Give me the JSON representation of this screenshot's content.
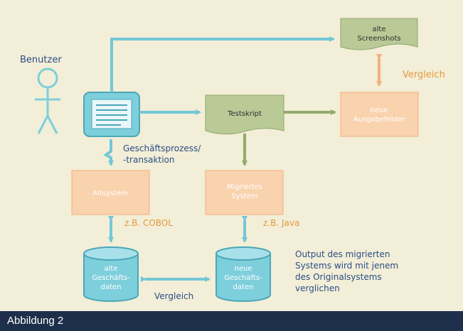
{
  "diagram": {
    "user_label": "Benutzer",
    "alte_screenshots": [
      "alte",
      "Screenshots"
    ],
    "vergleich_top": "Vergleich",
    "testskript": "Testskript",
    "neue_ausgabefelder": [
      "neue",
      "Ausgabefelder"
    ],
    "geschaeftsprozess": [
      "Geschäftsprozess/",
      "-transaktion"
    ],
    "altsystem": "Altsystem",
    "migriertes_system": [
      "Migriertes",
      "System"
    ],
    "cobol": "z.B. COBOL",
    "java": "z.B. Java",
    "alte_daten": [
      "alte",
      "Geschäfts-",
      "daten"
    ],
    "neue_daten": [
      "neue",
      "Geschäfts-",
      "daten"
    ],
    "vergleich_bottom": "Vergleich",
    "output_note": [
      "Output des migrierten",
      "Systems wird mit jenem",
      "des Originalsystems",
      "verglichen"
    ]
  },
  "caption": "Abbildung 2",
  "colors": {
    "background": "#f2eed7",
    "teal": "#7ecfdc",
    "teal_dark": "#4aa7b8",
    "green": "#b9ca97",
    "orange": "#f9d2ae",
    "blue_text": "#2a4e86",
    "orange_text": "#e39a3f",
    "caption_bar": "#1d2f4a"
  }
}
